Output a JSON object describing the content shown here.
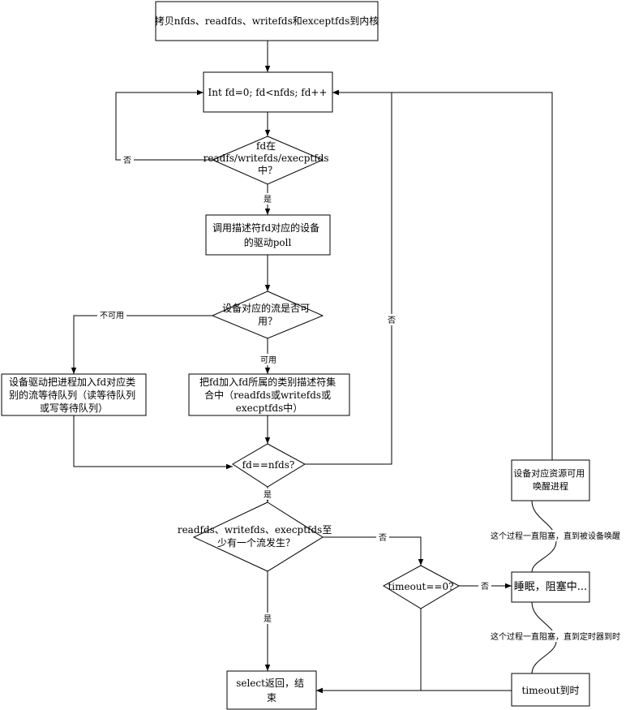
{
  "nodes": {
    "copy_to_kernel": {
      "lines": [
        "拷贝nfds、readfds、writefds和exceptfds到内核"
      ]
    },
    "loop_init": {
      "lines": [
        "Int fd=0; fd<nfds; fd++"
      ]
    },
    "fd_in_sets": {
      "lines": [
        "fd在",
        "readfs/writefds/execptfds",
        "中？"
      ]
    },
    "call_poll": {
      "lines": [
        "调用描述符fd对应的设备",
        "的驱动poll"
      ]
    },
    "stream_available": {
      "lines": [
        "设备对应的流是否可",
        "用？"
      ]
    },
    "add_to_wait_queue": {
      "lines": [
        "设备驱动把进程加入fd对应类",
        "别的流等待队列（读等待队列",
        "或写等待队列）"
      ]
    },
    "add_fd_to_set": {
      "lines": [
        "把fd加入fd所属的类别描述符集",
        "合中（readfds或writefds或",
        "execptfds中）"
      ]
    },
    "fd_equals_nfds": {
      "lines": [
        "fd==nfds?"
      ]
    },
    "any_stream_occurred": {
      "lines": [
        "readfds、writefds、execptfds至",
        "少有一个流发生？"
      ]
    },
    "timeout_zero": {
      "lines": [
        "timeout==0?"
      ]
    },
    "sleep_blocked": {
      "lines": [
        "睡眠，阻塞中..."
      ]
    },
    "device_wakeup": {
      "lines": [
        "设备对应资源可用",
        "唤醒进程"
      ]
    },
    "timeout_reached": {
      "lines": [
        "timeout到时"
      ]
    },
    "select_return": {
      "lines": [
        "select返回，结",
        "束"
      ]
    }
  },
  "edge_labels": {
    "no_loop": "否",
    "yes_poll": "是",
    "unavailable": "不可用",
    "available": "可用",
    "no_back": "否",
    "yes_check": "是",
    "no_timeout": "否",
    "no_sleep": "否",
    "yes_return": "是"
  },
  "annotations": {
    "blocked_until_device": "这个过程一直阻塞，直到被设备唤醒",
    "blocked_until_timer": "这个过程一直阻塞，直到定时器到时"
  }
}
